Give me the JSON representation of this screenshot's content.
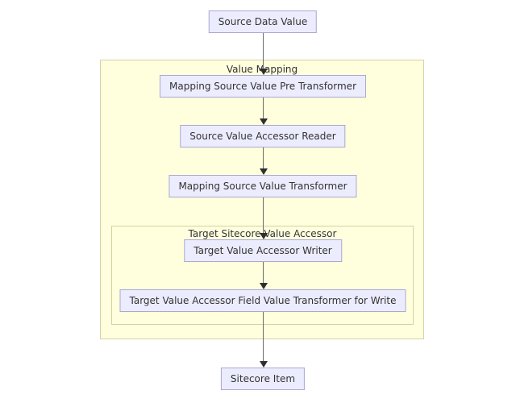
{
  "diagram": {
    "type": "flowchart",
    "direction": "top-down",
    "colors": {
      "node_fill": "#ececff",
      "node_border": "#a9a9d1",
      "cluster_fill": "#ffffde",
      "cluster_border": "#d3d3a4",
      "edge_line": "#6e6e6e",
      "arrowhead": "#2f2f2f",
      "text": "#333333",
      "background": "#ffffff"
    },
    "clusters": [
      {
        "id": "value-mapping",
        "label": "Value Mapping"
      },
      {
        "id": "target-sitecore-value-accessor",
        "label": "Target Sitecore Value Accessor"
      }
    ],
    "nodes": [
      {
        "id": "source-data-value",
        "label": "Source Data Value"
      },
      {
        "id": "mapping-source-value-pre-transformer",
        "label": "Mapping Source Value Pre Transformer"
      },
      {
        "id": "source-value-accessor-reader",
        "label": "Source Value Accessor Reader"
      },
      {
        "id": "mapping-source-value-transformer",
        "label": "Mapping Source Value Transformer"
      },
      {
        "id": "target-value-accessor-writer",
        "label": "Target Value Accessor Writer"
      },
      {
        "id": "target-value-accessor-field-value-transformer-for-write",
        "label": "Target Value Accessor Field Value Transformer for Write"
      },
      {
        "id": "sitecore-item",
        "label": "Sitecore Item"
      }
    ],
    "edges": [
      {
        "from": "source-data-value",
        "to": "mapping-source-value-pre-transformer"
      },
      {
        "from": "mapping-source-value-pre-transformer",
        "to": "source-value-accessor-reader"
      },
      {
        "from": "source-value-accessor-reader",
        "to": "mapping-source-value-transformer"
      },
      {
        "from": "mapping-source-value-transformer",
        "to": "target-value-accessor-writer"
      },
      {
        "from": "target-value-accessor-writer",
        "to": "target-value-accessor-field-value-transformer-for-write"
      },
      {
        "from": "target-value-accessor-field-value-transformer-for-write",
        "to": "sitecore-item"
      }
    ]
  }
}
